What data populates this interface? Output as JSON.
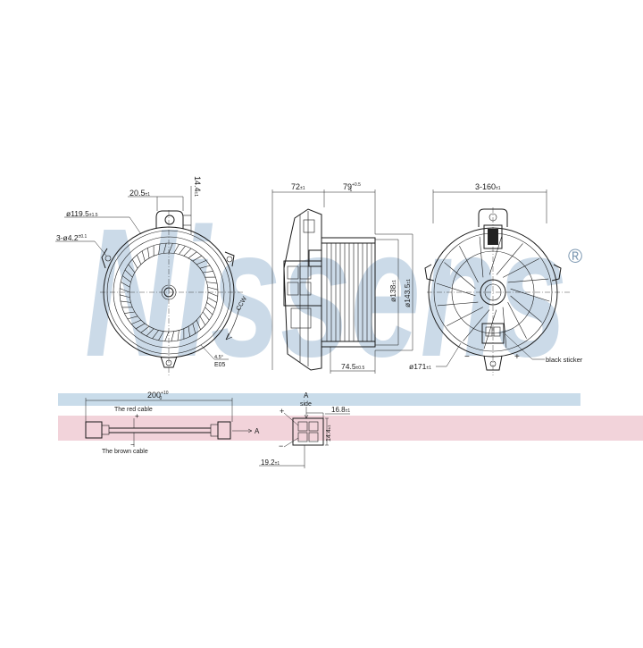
{
  "watermark": {
    "brand": "Nissens",
    "registered_mark": "®",
    "color": "#b9cde0"
  },
  "bands": {
    "blue": "#c9dcea",
    "pink": "#f2d3da"
  },
  "front_view": {
    "dim_lug_width": "20.5",
    "dim_lug_width_tol": "±1",
    "dim_lug_height": "14.4",
    "dim_lug_height_tol": "±1",
    "dim_diameter": "ø119.5",
    "dim_diameter_tol": "±1.5",
    "dim_holes": "3-ø4.2",
    "dim_holes_tol": "±0.1",
    "rotation": "CCW",
    "angle_note": "4.5°",
    "label_e05": "E05"
  },
  "side_view": {
    "dim_72": "72",
    "dim_72_tol": "±1",
    "dim_79": "79",
    "dim_79_tol_plus": "+0.5",
    "dim_79_tol_minus": "-1",
    "dim_138": "ø138",
    "dim_138_tol": "±1",
    "dim_143": "ø143.5",
    "dim_143_tol": "±1",
    "dim_74": "74.5",
    "dim_74_tol": "±0.5"
  },
  "rear_view": {
    "dim_160": "3-160",
    "dim_160_tol": "±1",
    "dim_171": "ø171",
    "dim_171_tol": "±1",
    "minus": "−",
    "plus": "+",
    "sticker_label": "black sticker"
  },
  "cable": {
    "dim_length": "200",
    "dim_length_tol_plus": "+10",
    "dim_length_tol_minus": "0",
    "red_label": "The red cable",
    "red_sign": "+",
    "brown_label": "The brown cable",
    "brown_sign": "−",
    "arrow_label": "A"
  },
  "connector": {
    "view_a": "A",
    "view_side": "side",
    "dim_width": "16.8",
    "dim_width_tol": "±1",
    "dim_height": "14.4",
    "dim_height_tol": "±1",
    "dim_bottom": "19.2",
    "dim_bottom_tol": "±1",
    "plus": "+",
    "minus": "−"
  }
}
